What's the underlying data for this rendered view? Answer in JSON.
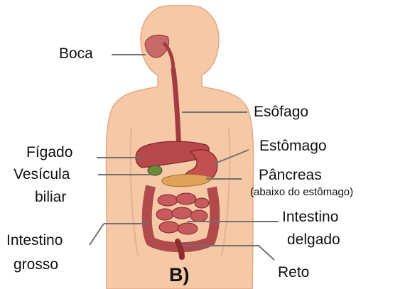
{
  "labels": {
    "boca": "Boca",
    "esofago": "Esôfago",
    "figado": "Fígado",
    "estomago": "Estômago",
    "vesicula_1": "Vesícula",
    "vesicula_2": "biliar",
    "pancreas": "Pâncreas",
    "pancreas_note": "(abaixo do estômago)",
    "intestino_delgado_1": "Intestino",
    "intestino_delgado_2": "delgado",
    "intestino_grosso_1": "Intestino",
    "intestino_grosso_2": "grosso",
    "reto": "Reto"
  },
  "caption": "B)",
  "colors": {
    "skin": "#f5c9a6",
    "skin_outline": "#e3a985",
    "organ": "#b9484a",
    "organ_dark": "#8e2b30",
    "leader": "#707070"
  }
}
